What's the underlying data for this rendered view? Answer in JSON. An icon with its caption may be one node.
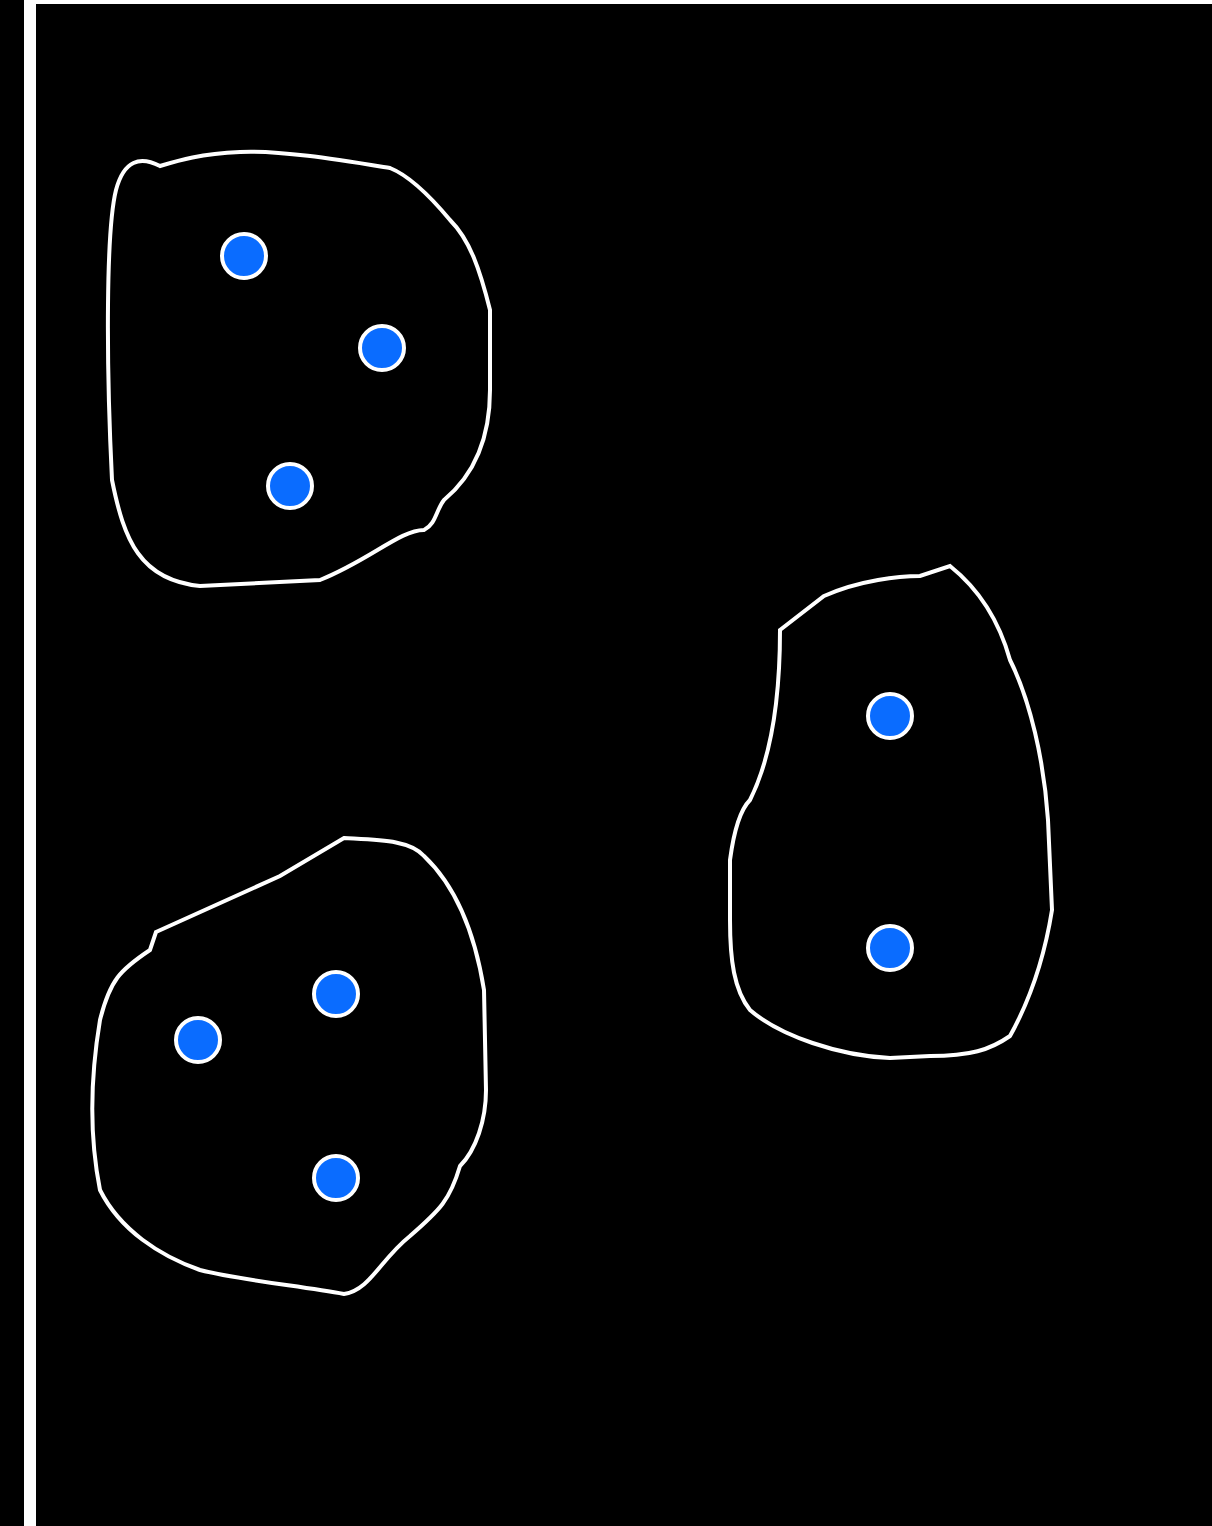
{
  "diagram": {
    "nodes": [
      {
        "text": [],
        "shape": "blob"
      },
      {
        "text": [],
        "shape": "circle",
        "in": 0
      },
      {
        "text": [],
        "shape": "circle",
        "in": 0
      },
      {
        "text": [],
        "shape": "circle",
        "in": 0
      },
      {
        "text": [],
        "shape": "blob"
      },
      {
        "text": [],
        "shape": "circle",
        "in": 4
      },
      {
        "text": [],
        "shape": "circle",
        "in": 4
      },
      {
        "text": [],
        "shape": "blob"
      },
      {
        "text": [],
        "shape": "circle",
        "in": 7
      },
      {
        "text": [],
        "shape": "circle",
        "in": 7
      },
      {
        "text": [],
        "shape": "circle",
        "in": 7
      }
    ]
  }
}
